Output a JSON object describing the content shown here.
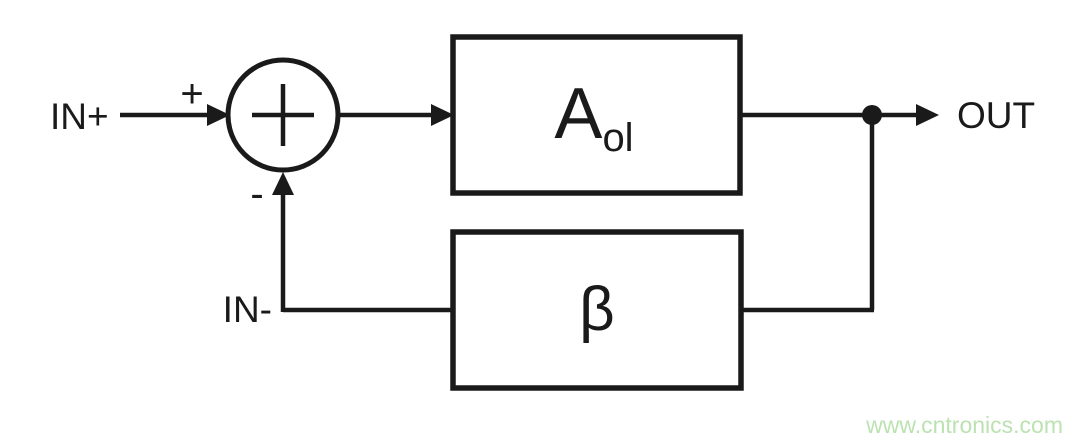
{
  "diagram": {
    "title_semantic": "negative feedback loop block diagram",
    "input_label": "IN+",
    "feedback_input_label": "IN-",
    "output_label": "OUT",
    "plus_sign": "+",
    "minus_sign": "-",
    "forward_block": {
      "label_main": "A",
      "label_sub": "ol"
    },
    "feedback_block": {
      "label": "β"
    },
    "colors": {
      "line": "#1a1a1a",
      "background": "#ffffff",
      "watermark": "#bbe2b1"
    }
  },
  "watermark": {
    "text": "www.cntronics.com"
  }
}
